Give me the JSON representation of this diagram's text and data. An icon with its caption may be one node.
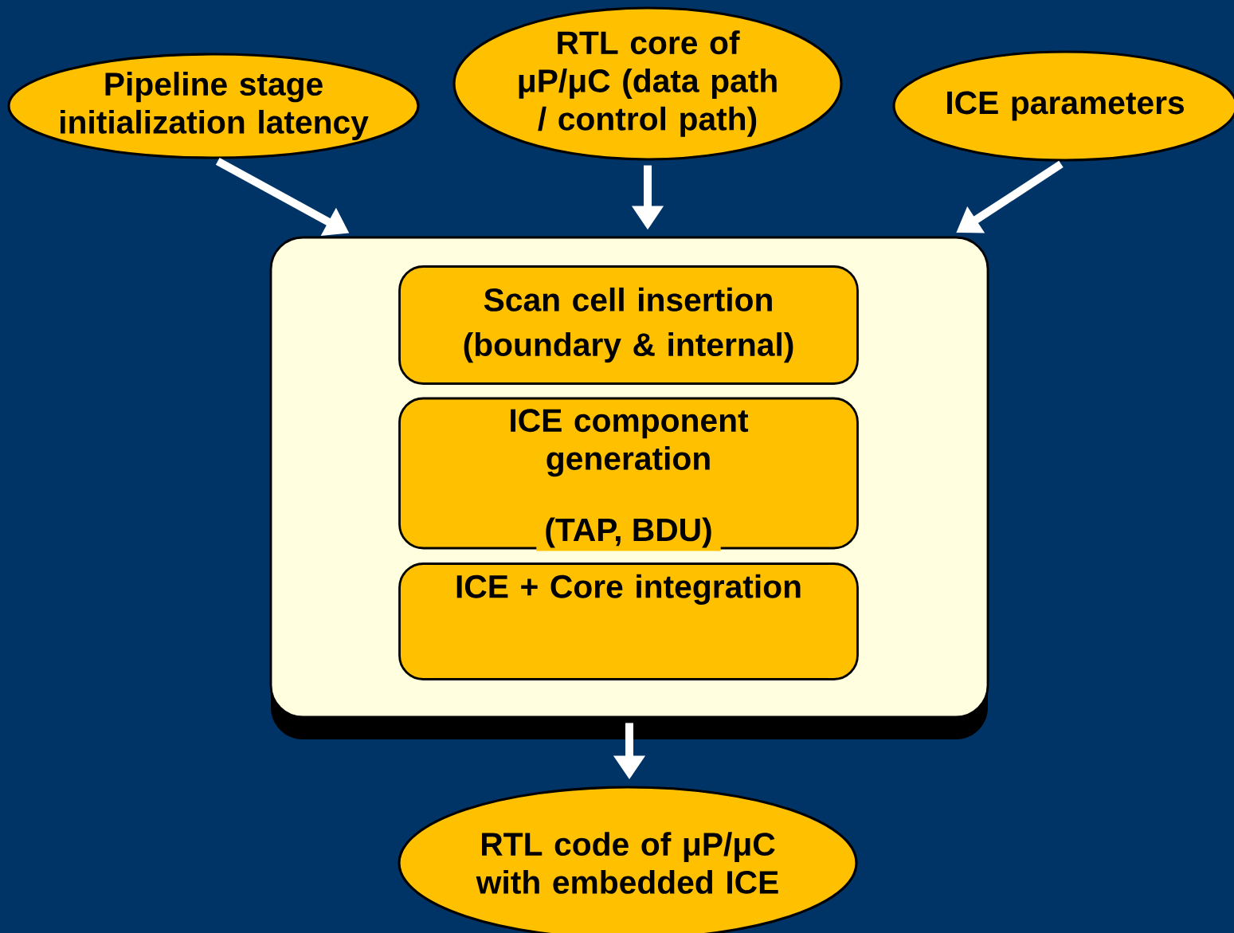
{
  "diagram": {
    "nodes": [
      {
        "text": [
          "Pipeline stage initialization latency"
        ]
      },
      {
        "text": [
          "RTL core of μP/μC (data path / control path)"
        ]
      },
      {
        "text": [
          "ICE parameters"
        ]
      },
      {
        "text": [],
        "shape": "box"
      },
      {
        "text": [
          "Scan cell insertion (boundary & internal)"
        ],
        "in": 3
      },
      {
        "text": [
          "ICE component generation",
          "(TAP, BDU)"
        ],
        "in": 3
      },
      {
        "text": [
          "ICE + Core integration"
        ],
        "in": 3
      },
      {
        "text": [
          "RTL code of μP/μC with embedded ICE"
        ]
      }
    ],
    "edges": [
      {
        "from": 0,
        "to": 3,
        "arrow": "to"
      },
      {
        "from": 1,
        "to": 3,
        "arrow": "to"
      },
      {
        "from": 2,
        "to": 3,
        "arrow": "to"
      },
      {
        "from": 3,
        "to": 7,
        "arrow": "to"
      }
    ]
  }
}
